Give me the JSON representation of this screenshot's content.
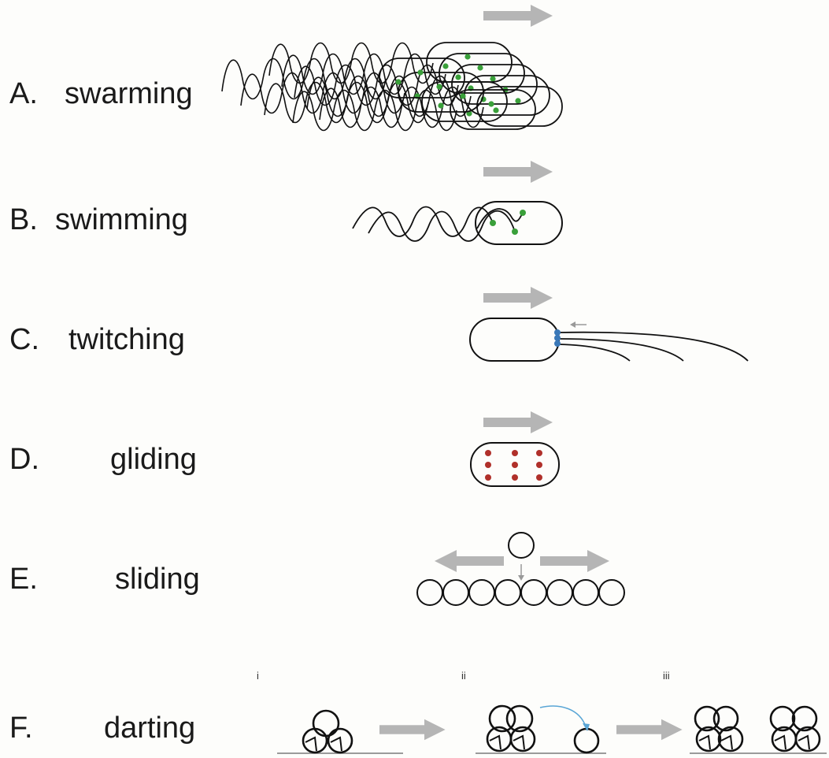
{
  "rows": [
    {
      "letter": "A.",
      "word": "swarming"
    },
    {
      "letter": "B.",
      "word": "swimming"
    },
    {
      "letter": "C.",
      "word": "twitching"
    },
    {
      "letter": "D.",
      "word": "gliding"
    },
    {
      "letter": "E.",
      "word": "sliding"
    },
    {
      "letter": "F.",
      "word": "darting"
    }
  ],
  "stages": [
    "i",
    "ii",
    "iii"
  ],
  "colors": {
    "arrow": "#b5b5b5",
    "outline": "#111111",
    "flagellar_motor": "#3aa03a",
    "pilus_motor": "#3a78b8",
    "focal_adhesion": "#b0302a",
    "darting_arc": "#5aa6d6",
    "ground": "#9a9a9a"
  },
  "icons": [
    "direction-arrow-icon",
    "cell-body-icon",
    "flagellum-icon",
    "pilus-icon",
    "coccus-cell-icon"
  ]
}
